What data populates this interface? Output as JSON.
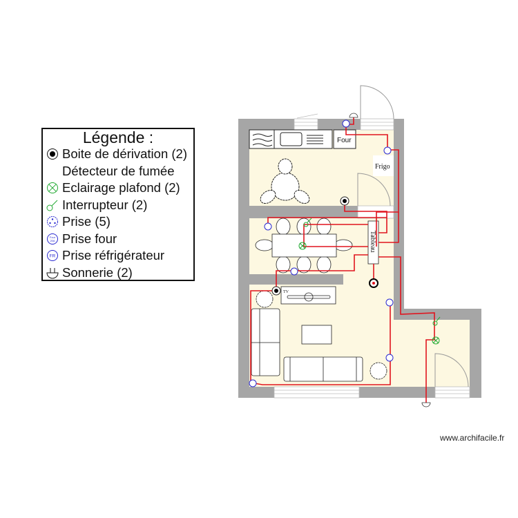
{
  "legend": {
    "title": "Légende :",
    "items": [
      {
        "icon": "junction-box-icon",
        "label": "Boite de dérivation (2)"
      },
      {
        "icon": "smoke-detector-icon",
        "label": "Détecteur de fumée"
      },
      {
        "icon": "ceiling-light-icon",
        "label": "Eclairage plafond (2)"
      },
      {
        "icon": "switch-icon",
        "label": "Interrupteur (2)"
      },
      {
        "icon": "outlet-icon",
        "label": "Prise (5)"
      },
      {
        "icon": "oven-outlet-icon",
        "label": "Prise four",
        "icon_text": "Four 20A"
      },
      {
        "icon": "fridge-outlet-icon",
        "label": "Prise réfrigérateur",
        "icon_text": "FR"
      },
      {
        "icon": "doorbell-icon",
        "label": "Sonnerie (2)"
      }
    ]
  },
  "plan": {
    "labels": {
      "oven": "Four",
      "fridge": "Frigo",
      "panel": "Tableau",
      "tv": "TV"
    },
    "colors": {
      "wall": "#a6a6a6",
      "floor": "#fdf8e1",
      "wiring": "#e0141e",
      "outlet": "#2a2ad0",
      "light": "#22aa33"
    }
  },
  "credit": "www.archifacile.fr"
}
